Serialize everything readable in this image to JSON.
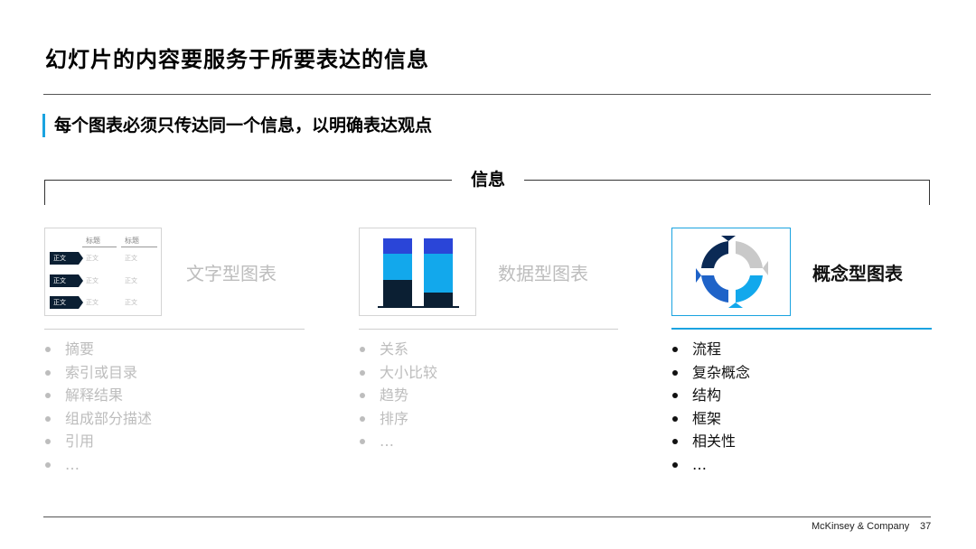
{
  "slide": {
    "title": "幻灯片的内容要服务于所要表达的信息",
    "subtitle": "每个图表必须只传达同一个信息，以明确表达观点",
    "message_label": "信息"
  },
  "columns": [
    {
      "label": "文字型图表",
      "bullets": [
        "摘要",
        "索引或目录",
        "解释结果",
        "组成部分描述",
        "引用",
        "…"
      ],
      "thumbnail": {
        "headers": [
          "标题",
          "标题"
        ],
        "row_tag": "正文",
        "cell": "正文"
      }
    },
    {
      "label": "数据型图表",
      "bullets": [
        "关系",
        "大小比较",
        "趋势",
        "排序",
        "…"
      ]
    },
    {
      "label": "概念型图表",
      "bullets": [
        "流程",
        "复杂概念",
        "结构",
        "框架",
        "相关性",
        "…"
      ]
    }
  ],
  "colors": {
    "accent": "#1aa3e0",
    "navy": "#0b1f33",
    "blue": "#2a45d8",
    "cyan": "#12a8ec",
    "dim_text": "#bdbdbd"
  },
  "footer": {
    "brand": "McKinsey & Company",
    "page_number": "37"
  }
}
